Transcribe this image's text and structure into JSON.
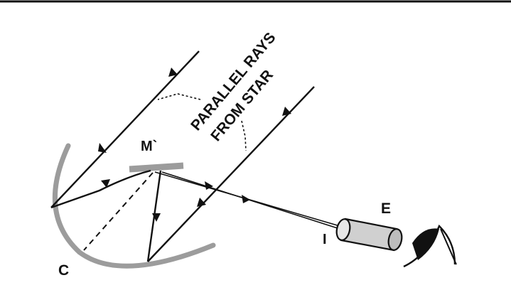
{
  "labels": {
    "rays_line1": "PARALLEL RAYS",
    "rays_line2": "FROM STAR",
    "secondary_mirror": "M`",
    "primary_mirror": "C",
    "image_point": "I",
    "eyepiece": "E"
  },
  "colors": {
    "ink": "#111111",
    "mirror_gray": "#9c9c9c",
    "eyepiece_fill": "#d0d0d0",
    "background": "#ffffff"
  },
  "icons": {
    "eye": "eye-icon"
  }
}
